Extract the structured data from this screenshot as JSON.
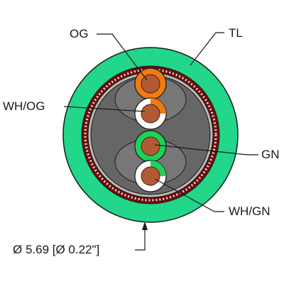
{
  "labels": {
    "og": "OG",
    "tl": "TL",
    "wh_og": "WH/OG",
    "gn": "GN",
    "wh_gn": "WH/GN",
    "diameter": "Ø 5.69 [Ø 0.22\"]"
  },
  "colors": {
    "jacket": "#22d68a",
    "braid": "#6e0e0e",
    "foil": "#bbbbbb",
    "filler": "#666666",
    "orange": "#f27a12",
    "green": "#1fd05a",
    "white": "#ffffff",
    "copper": "#b05a36",
    "leader": "#1a1a1a"
  }
}
